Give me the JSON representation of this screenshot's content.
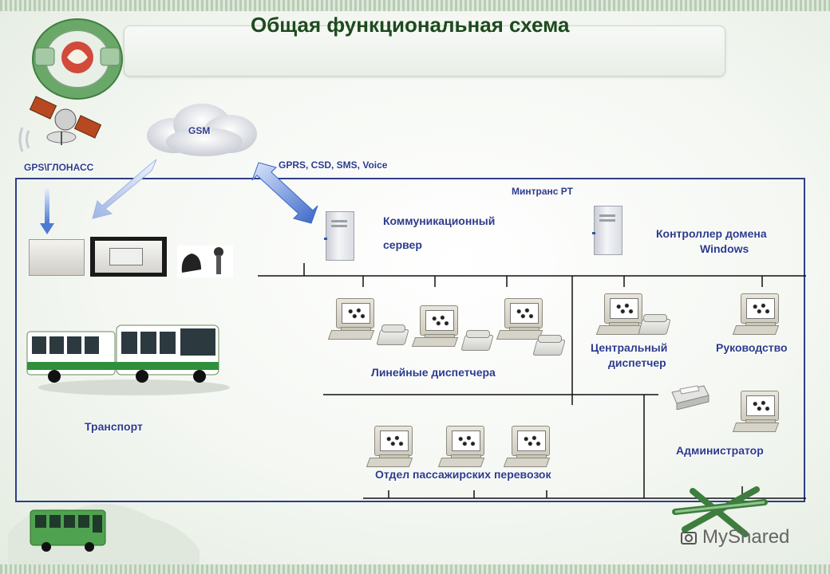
{
  "title": "Общая функциональная схема",
  "labels": {
    "gsm": "GSM",
    "gps": "GPS\\ГЛОНАСС",
    "gprs": "GPRS, CSD, SMS, Voice",
    "mintrans": "Минтранс РТ",
    "comm_server_line1": "Коммуникационный",
    "comm_server_line2": "сервер",
    "domain_ctrl_line1": "Контроллер домена",
    "domain_ctrl_line2": "Windows",
    "linear_dispatchers": "Линейные диспетчера",
    "central_line1": "Центральный",
    "central_line2": "диспетчер",
    "management": "Руководство",
    "administrator": "Администратор",
    "transport": "Транспорт",
    "passenger_dept": "Отдел пассажирских перевозок",
    "watermark": "MyShared"
  },
  "colors": {
    "label": "#2c3b8c",
    "title": "#1e4a1e",
    "frame": "#2d3f85",
    "arrow": "#3a66c8"
  }
}
